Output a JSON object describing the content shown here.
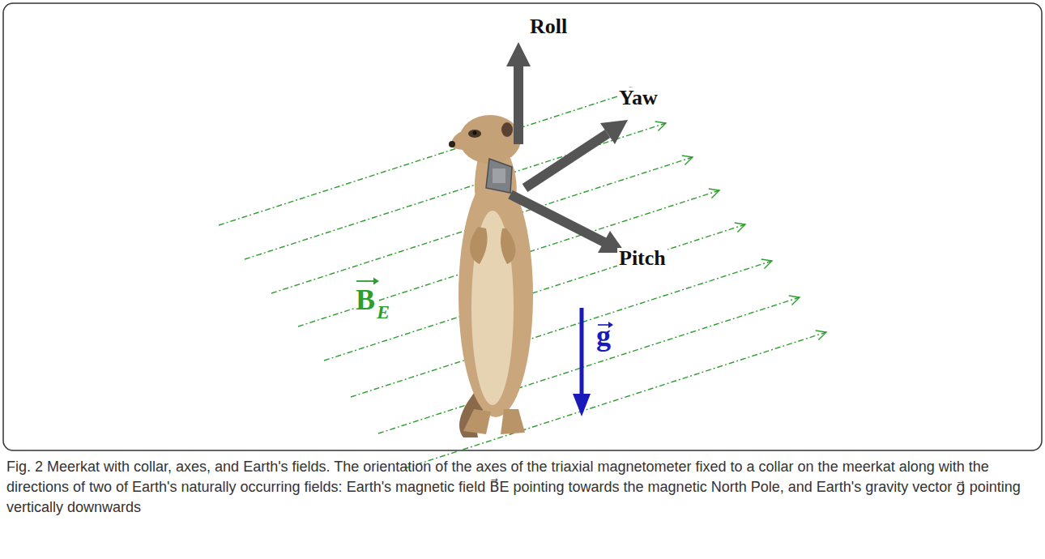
{
  "diagram": {
    "caption": "Fig. 2 Meerkat with collar, axes, and Earth's fields. The orientation of the axes of the triaxial magnetometer fixed to a collar on the meerkat along with the directions of two of Earth's naturally occurring fields: Earth's magnetic field B⃗E pointing towards the magnetic North Pole, and Earth's gravity vector g⃗ pointing vertically downwards",
    "labels": [
      "Roll",
      "Yaw",
      "Pitch",
      "B",
      "E",
      "g"
    ]
  }
}
